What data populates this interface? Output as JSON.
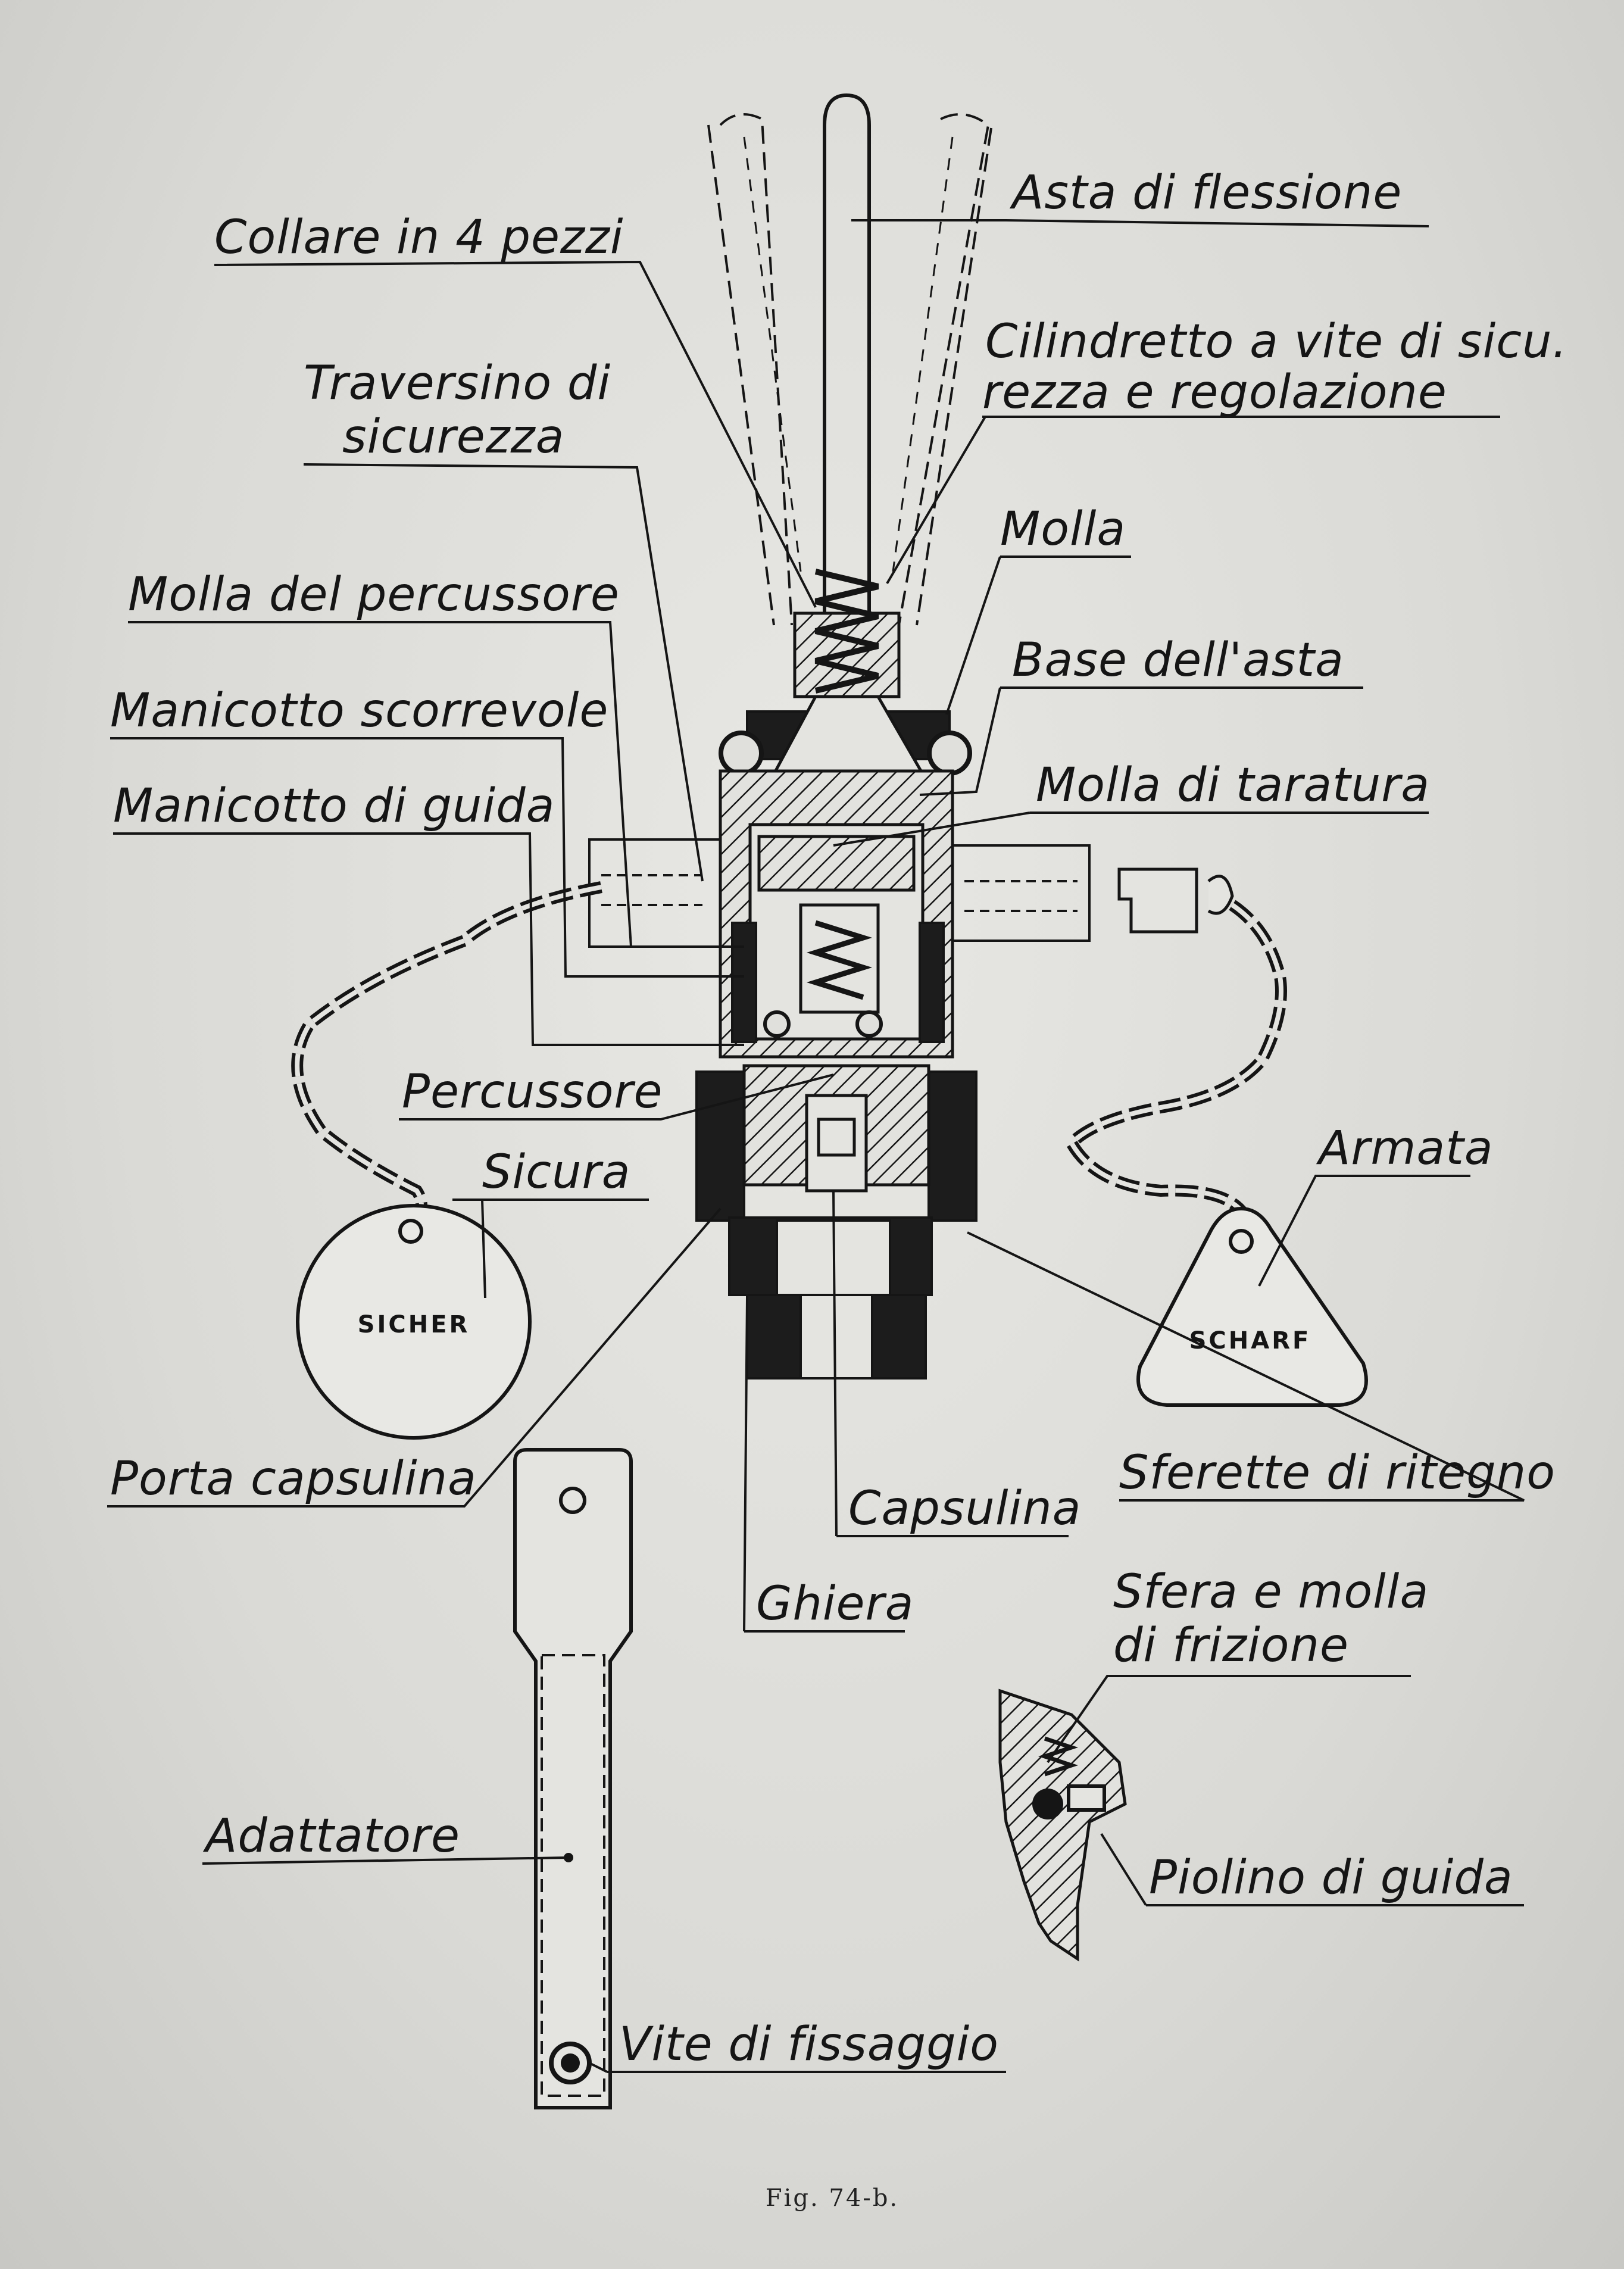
{
  "labels": {
    "asta_di_flessione": "Asta di flessione",
    "collare": "Collare in 4 pezzi",
    "cilindretto_1": "Cilindretto a vite di sicu.",
    "cilindretto_2": "rezza e regolazione",
    "traversino_1": "Traversino di",
    "traversino_2": "sicurezza",
    "molla": "Molla",
    "molla_percussore": "Molla del percussore",
    "base_asta": "Base dell'asta",
    "manicotto_scorrevole": "Manicotto scorrevole",
    "molla_taratura": "Molla di taratura",
    "manicotto_guida": "Manicotto di guida",
    "percussore": "Percussore",
    "sicura": "Sicura",
    "armata": "Armata",
    "porta_capsulina": "Porta capsulina",
    "sferette": "Sferette di ritegno",
    "capsulina": "Capsulina",
    "ghiera": "Ghiera",
    "sfera_molla_1": "Sfera e molla",
    "sfera_molla_2": "di frizione",
    "adattatore": "Adattatore",
    "piolino": "Piolino di guida",
    "vite_fissaggio": "Vite di fissaggio"
  },
  "tags": {
    "sicher": "SICHER",
    "scharf": "SCHARF"
  },
  "caption": "Fig. 74-b."
}
